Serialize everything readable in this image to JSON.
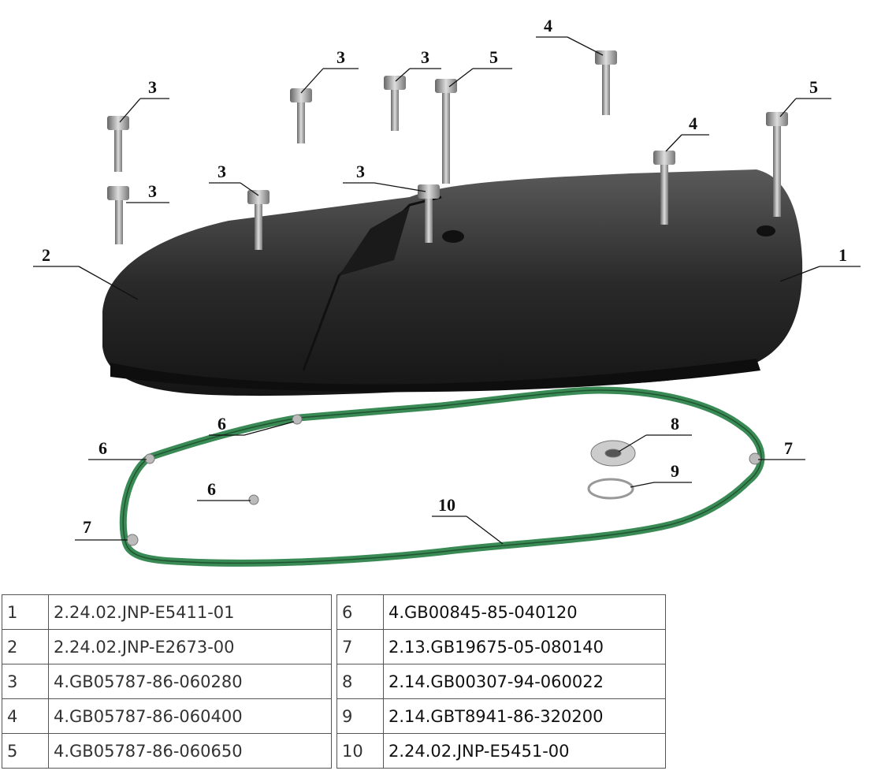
{
  "callouts": {
    "c1": "1",
    "c2": "2",
    "c3a": "3",
    "c3b": "3",
    "c3c": "3",
    "c3d": "3",
    "c3e": "3",
    "c3f": "3",
    "c4a": "4",
    "c4b": "4",
    "c5a": "5",
    "c5b": "5",
    "c6a": "6",
    "c6b": "6",
    "c6c": "6",
    "c7a": "7",
    "c7b": "7",
    "c8": "8",
    "c9": "9",
    "c10": "10"
  },
  "colors": {
    "cover": "#2b2b2b",
    "gasket": "#3a8a55",
    "bolt": "#9a9a9a"
  },
  "parts_left": [
    {
      "num": "1",
      "code": "2.24.02.JNP-E5411-01"
    },
    {
      "num": "2",
      "code": "2.24.02.JNP-E2673-00"
    },
    {
      "num": "3",
      "code": "4.GB05787-86-060280"
    },
    {
      "num": "4",
      "code": "4.GB05787-86-060400"
    },
    {
      "num": "5",
      "code": "4.GB05787-86-060650"
    }
  ],
  "parts_right": [
    {
      "num": "6",
      "code": "4.GB00845-85-040120"
    },
    {
      "num": "7",
      "code": "2.13.GB19675-05-080140"
    },
    {
      "num": "8",
      "code": "2.14.GB00307-94-060022"
    },
    {
      "num": "9",
      "code": "2.14.GBT8941-86-320200"
    },
    {
      "num": "10",
      "code": "2.24.02.JNP-E5451-00"
    }
  ]
}
